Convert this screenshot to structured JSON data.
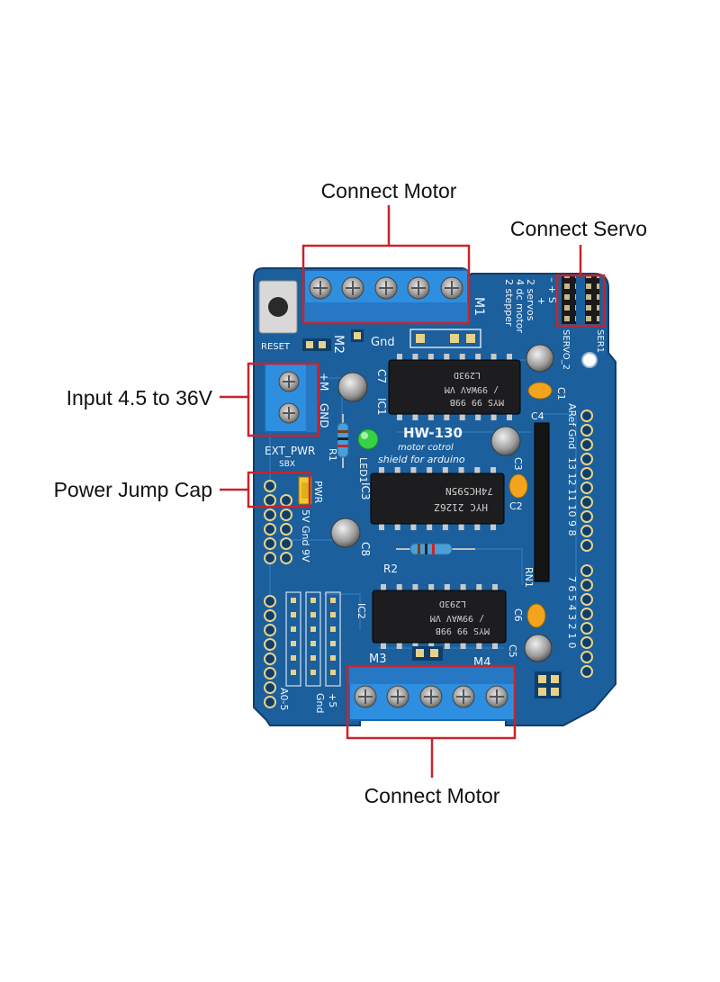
{
  "callouts": {
    "motor_top": "Connect Motor",
    "servo": "Connect Servo",
    "input": "Input 4.5 to 36V",
    "jump_cap": "Power Jump Cap",
    "motor_bottom": "Connect Motor"
  },
  "board": {
    "title": "HW-130",
    "subtitle": "motor cotrol",
    "tagline": "shield for arduino",
    "reset": "RESET",
    "m1": "M1",
    "m2": "M2",
    "m3": "M3",
    "m4": "M4",
    "gnd": "Gnd",
    "plus_m": "+M",
    "gnd_caps": "GND",
    "ext_pwr": "EXT_PWR",
    "sbx": "SBX",
    "pwr": "PWR",
    "r1": "R1",
    "r2": "R2",
    "led1": "LED1",
    "ic1": "IC1",
    "ic2": "IC2",
    "ic3": "IC3",
    "c1": "C1",
    "c2": "C2",
    "c3": "C3",
    "c4": "C4",
    "c5": "C5",
    "c6": "C6",
    "c7": "C7",
    "c8": "C8",
    "rn1": "RN1",
    "servo_2": "SERVO_2",
    "ser1": "SER1",
    "servo_signs": "– + S",
    "note_1": "2 servos",
    "note_plus": "+",
    "note_2": "2 stepper",
    "note_3": "4 dc motor",
    "aref_gnd": "ARef Gnd",
    "pins_high": "13 12 11 10 9 8",
    "pins_low": "7 6 5 4 3 2 1 0",
    "power_pins": "5V Gnd 9V",
    "a0_5": "A0-5",
    "plus5": "+5",
    "gnd_small": "Gnd",
    "chip_top": "L293D",
    "chip_top_line2": "/ 99WAV VM",
    "chip_top_line3": "MYS 99 99B",
    "chip_mid": "74HC595N",
    "chip_mid_line2": "HYC 2126Z",
    "chip_bottom": "L293D",
    "chip_bottom_line2": "/ 99WAV VM",
    "chip_bottom_line3": "MYS 99 99B"
  },
  "colors": {
    "board": "#1b5f9c",
    "board_dark": "#134a7e",
    "terminal": "#2e8fe0",
    "callout_box": "#c8242a",
    "chip": "#1d1d1f",
    "cap": "#f2a51c"
  }
}
